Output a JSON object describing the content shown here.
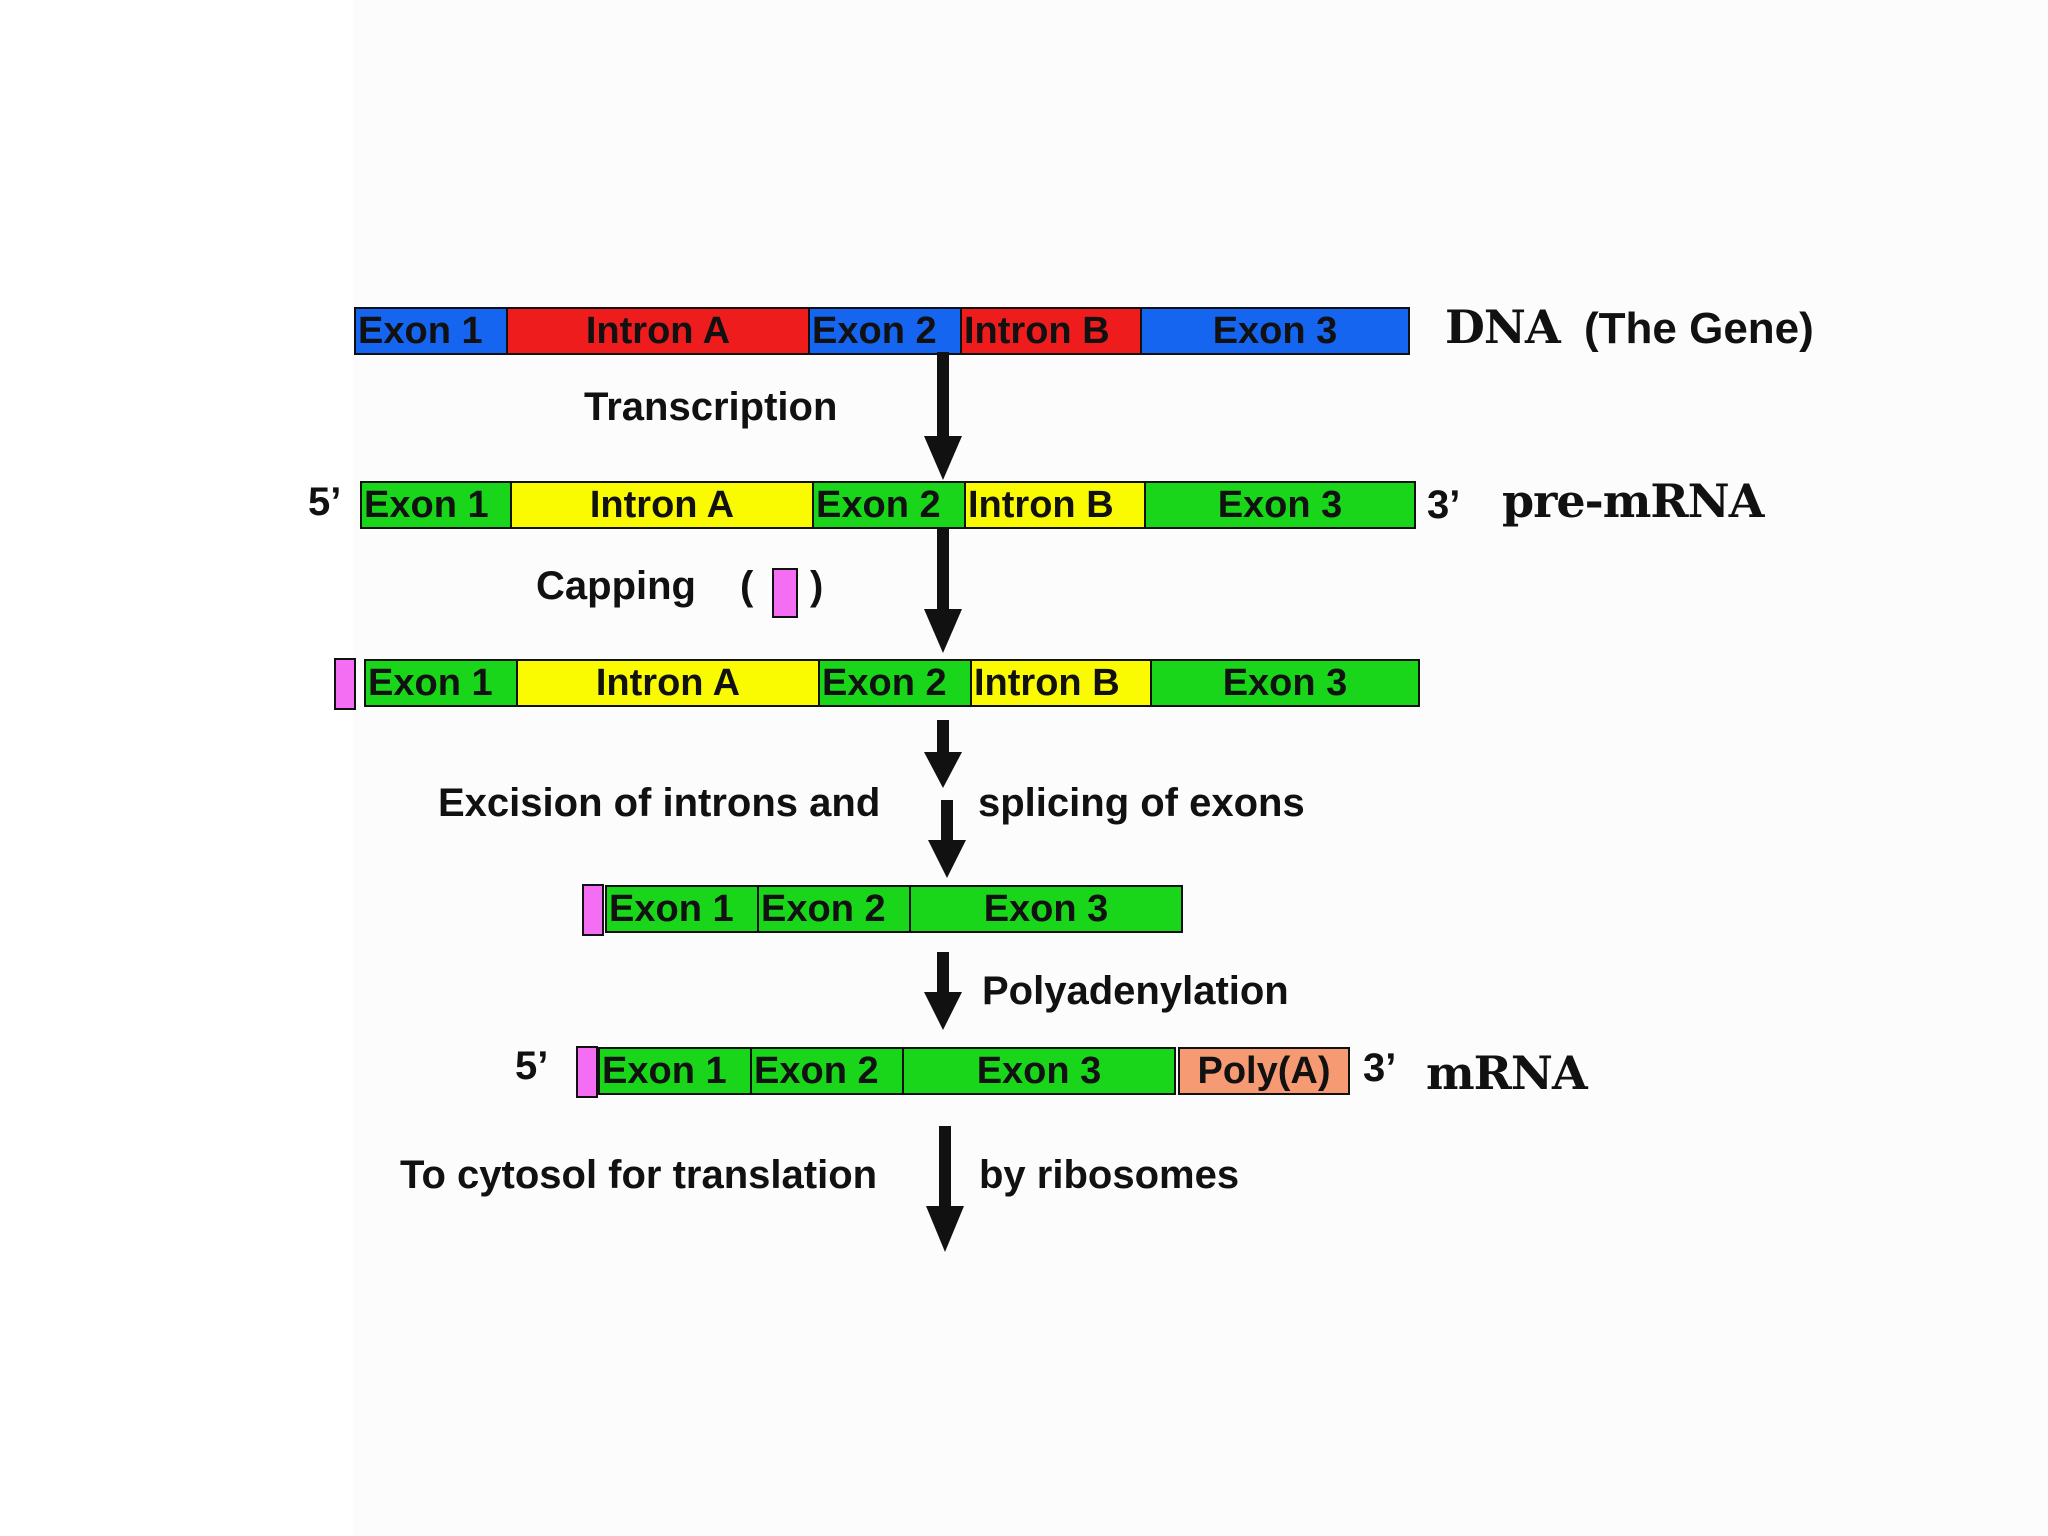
{
  "colors": {
    "dna": "#1565f0",
    "intron_dna": "#ee1c1c",
    "rna_exon": "#1ad61a",
    "rna_intron": "#fafa00",
    "cap": "#f36ef3",
    "polya": "#f59a72"
  },
  "dna": {
    "segments": [
      "Exon 1",
      "Intron A",
      "Exon 2",
      "Intron B",
      "Exon 3"
    ],
    "label": "DNA",
    "sublabel": "(The Gene)"
  },
  "transcription": "Transcription",
  "pre_mrna": {
    "five_prime": "5’",
    "three_prime": "3’",
    "segments": [
      "Exon 1",
      "Intron A",
      "Exon 2",
      "Intron B",
      "Exon 3"
    ],
    "label": "pre-mRNA"
  },
  "capping": {
    "label": "Capping",
    "open_paren": "(",
    "close_paren": ")"
  },
  "capped": {
    "segments": [
      "Exon 1",
      "Intron A",
      "Exon 2",
      "Intron B",
      "Exon 3"
    ]
  },
  "splicing": {
    "left": "Excision of introns and",
    "right": "splicing of exons"
  },
  "spliced": {
    "segments": [
      "Exon 1",
      "Exon 2",
      "Exon 3"
    ]
  },
  "polyadenylation": "Polyadenylation",
  "mrna": {
    "five_prime": "5’",
    "three_prime": "3’",
    "segments": [
      "Exon 1",
      "Exon 2",
      "Exon 3"
    ],
    "polya": "Poly(A)",
    "label": "mRNA"
  },
  "cytosol": {
    "left": "To cytosol for translation",
    "right": "by ribosomes"
  }
}
